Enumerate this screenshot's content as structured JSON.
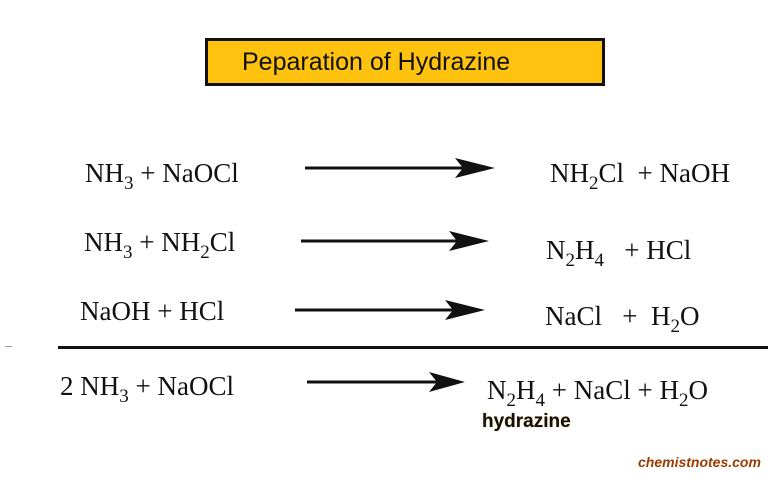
{
  "title": "Peparation of Hydrazine",
  "reactions": [
    {
      "reactants": [
        {
          "t": "NH",
          "s": "3"
        },
        {
          "t": " + NaOCl"
        }
      ],
      "products": [
        {
          "t": "NH",
          "s": "2"
        },
        {
          "t": "Cl  + NaOH"
        }
      ]
    },
    {
      "reactants": [
        {
          "t": "NH",
          "s": "3"
        },
        {
          "t": " + NH",
          "s": "2"
        },
        {
          "t": "Cl"
        }
      ],
      "products": [
        {
          "t": "N",
          "s": "2"
        },
        {
          "t": "H",
          "s": "4"
        },
        {
          "t": "   + HCl"
        }
      ]
    },
    {
      "reactants": [
        {
          "t": "NaOH + HCl"
        }
      ],
      "products": [
        {
          "t": "NaCl   +  H",
          "s": "2"
        },
        {
          "t": "O"
        }
      ]
    }
  ],
  "net_reaction": {
    "reactants": [
      {
        "t": "2 NH",
        "s": "3"
      },
      {
        "t": " + NaOCl"
      }
    ],
    "products": [
      {
        "t": "N",
        "s": "2"
      },
      {
        "t": "H",
        "s": "4"
      },
      {
        "t": " + NaCl + H",
        "s": "2"
      },
      {
        "t": "O"
      }
    ],
    "product_label": "hydrazine"
  },
  "footer": "chemistnotes.com",
  "colors": {
    "title_bg": "#ffc20e",
    "footer": "#9a3b00",
    "ink": "#111111"
  }
}
